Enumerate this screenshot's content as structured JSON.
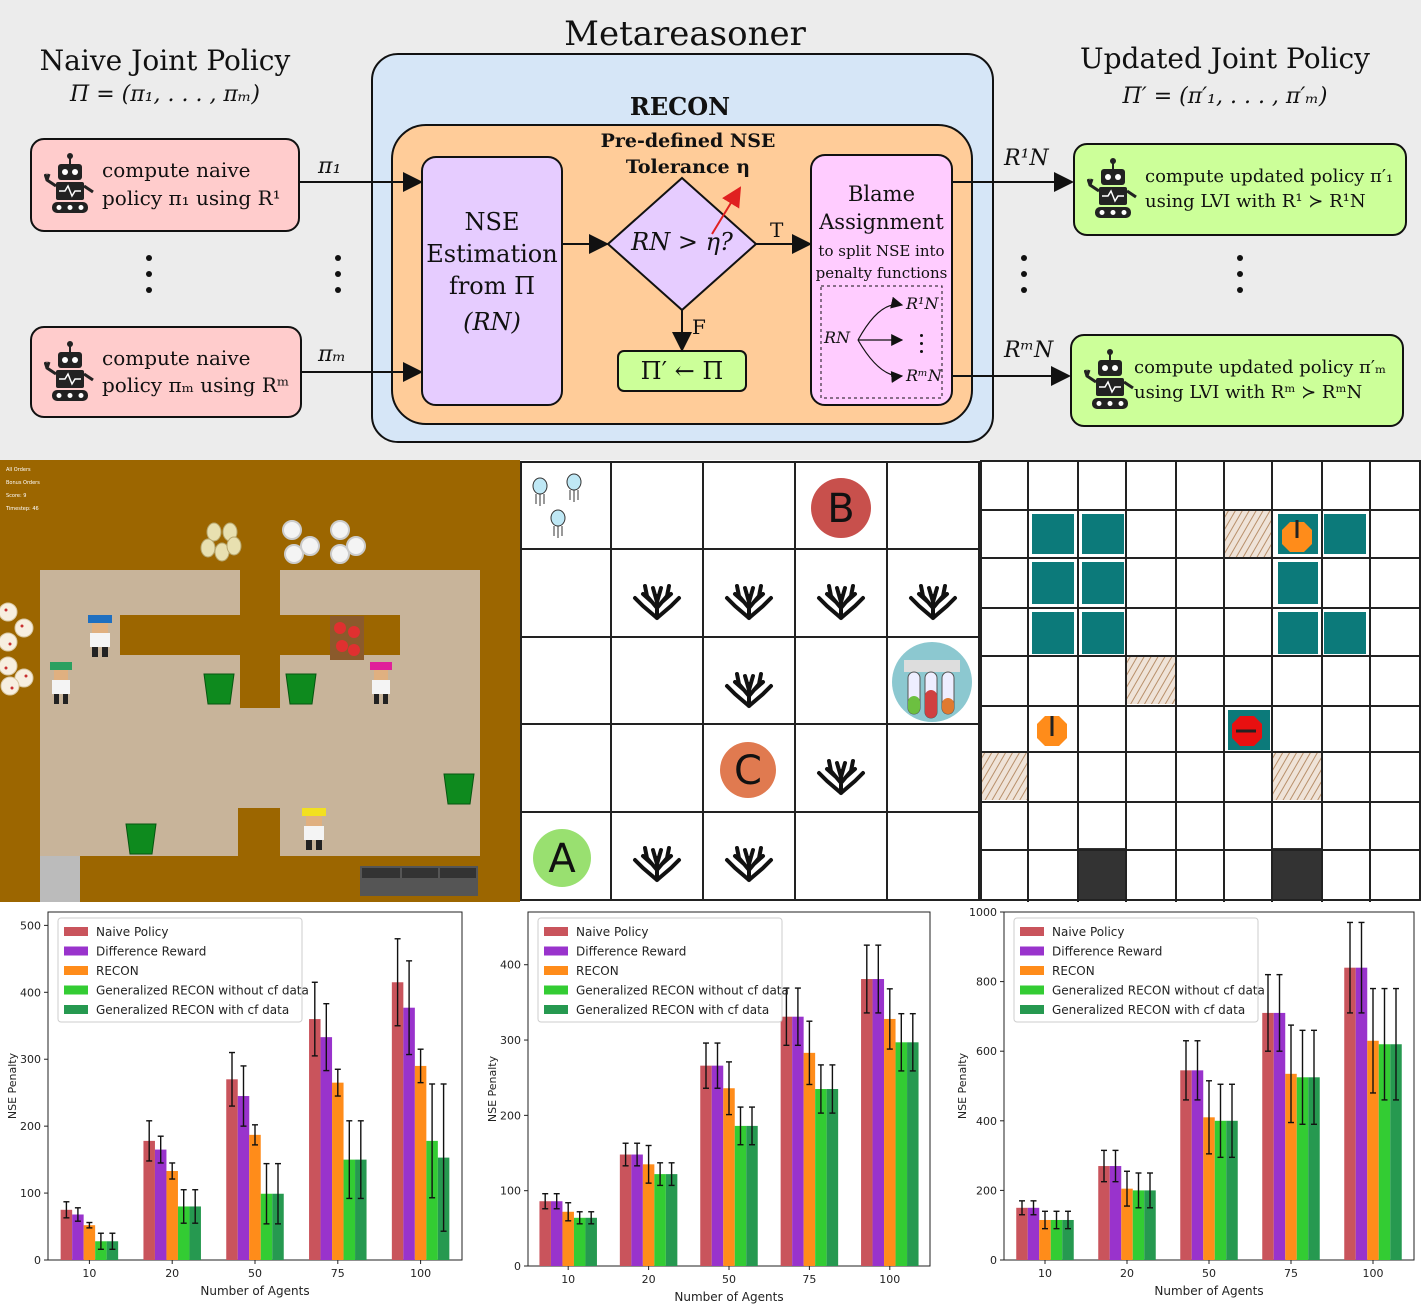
{
  "diagram": {
    "title": "Metareasoner",
    "recon_label": "RECON",
    "left": {
      "heading": "Naive Joint Policy",
      "formula": "Π = (π₁, . . . , πₘ)",
      "box1_line1": "compute naive",
      "box1_line2": "policy π₁ using R¹",
      "boxm_line1": "compute naive",
      "boxm_line2": "policy πₘ using Rᵐ",
      "arrow1": "π₁",
      "arrowm": "πₘ"
    },
    "right": {
      "heading": "Updated Joint Policy",
      "formula": "Π′ = (π′₁, . . . , π′ₘ)",
      "box1_line1": "compute updated policy π′₁",
      "box1_line2": "using LVI with R¹ ≻ R¹N",
      "boxm_line1": "compute updated policy π′ₘ",
      "boxm_line2": "using LVI with Rᵐ ≻ RᵐN",
      "arrow1": "R¹N",
      "arrowm": "RᵐN"
    },
    "nse_line1": "NSE",
    "nse_line2": "Estimation",
    "nse_line3": "from Π",
    "nse_line4": "(RN)",
    "tolerance_line1": "Pre-defined NSE",
    "tolerance_line2": "Tolerance η",
    "decision": "RN > η?",
    "true_label": "T",
    "false_label": "F",
    "result": "Π′ ← Π",
    "blame_line1": "Blame",
    "blame_line2": "Assignment",
    "blame_line3": "to split NSE into",
    "blame_line4": "penalty functions",
    "split_src": "RN",
    "split_t1": "R¹N",
    "split_tm": "RᵐN",
    "colors": {
      "naive_box": "#ffcccc",
      "updated_box": "#ccff99",
      "metareasoner": "#d6e6f7",
      "recon": "#ffcc99",
      "nse": "#e6ccff",
      "blame": "#ffccff",
      "decision": "#e6ccff",
      "result": "#ccff99"
    }
  },
  "kitchen": {
    "hud": [
      "All Orders",
      "Bonus Orders",
      "Score: 9",
      "Timestep: 46"
    ]
  },
  "ocean": {
    "labels": {
      "a": "A",
      "b": "B",
      "c": "C"
    }
  },
  "charts": [
    {
      "ylabel": "NSE Penalty",
      "xlabel": "Number of Agents",
      "ylim": [
        0,
        520
      ],
      "yticks": [
        0,
        100,
        200,
        300,
        400,
        500
      ]
    },
    {
      "ylabel": "NSE Penalty",
      "xlabel": "Number of Agents",
      "ylim": [
        0,
        470
      ],
      "yticks": [
        0,
        100,
        200,
        300,
        400
      ]
    },
    {
      "ylabel": "NSE Penalty",
      "xlabel": "Number of Agents",
      "ylim": [
        0,
        1000
      ],
      "yticks": [
        0,
        200,
        400,
        600,
        800,
        1000
      ]
    }
  ],
  "chart_data": [
    {
      "type": "bar",
      "categories": [
        "10",
        "20",
        "50",
        "75",
        "100"
      ],
      "series": [
        {
          "name": "Naive Policy",
          "color": "#c9545c",
          "values": [
            75,
            178,
            270,
            360,
            415
          ],
          "err": [
            12,
            30,
            40,
            55,
            65
          ]
        },
        {
          "name": "Difference Reward",
          "color": "#9933cc",
          "values": [
            68,
            165,
            245,
            333,
            377
          ],
          "err": [
            10,
            20,
            45,
            50,
            70
          ]
        },
        {
          "name": "RECON",
          "color": "#ff8c1a",
          "values": [
            52,
            133,
            187,
            265,
            290
          ],
          "err": [
            4,
            12,
            15,
            20,
            25
          ]
        },
        {
          "name": "Generalized RECON without cf data",
          "color": "#33cc33",
          "values": [
            28,
            80,
            99,
            150,
            178
          ],
          "err": [
            12,
            25,
            45,
            58,
            85
          ]
        },
        {
          "name": "Generalized RECON with cf data",
          "color": "#269950",
          "values": [
            28,
            80,
            99,
            150,
            153
          ],
          "err": [
            12,
            25,
            45,
            58,
            110
          ]
        }
      ]
    },
    {
      "type": "bar",
      "categories": [
        "10",
        "20",
        "50",
        "75",
        "100"
      ],
      "series": [
        {
          "name": "Naive Policy",
          "color": "#c9545c",
          "values": [
            86,
            148,
            266,
            331,
            381
          ],
          "err": [
            10,
            15,
            30,
            38,
            45
          ]
        },
        {
          "name": "Difference Reward",
          "color": "#9933cc",
          "values": [
            86,
            148,
            266,
            331,
            381
          ],
          "err": [
            10,
            15,
            30,
            38,
            45
          ]
        },
        {
          "name": "RECON",
          "color": "#ff8c1a",
          "values": [
            72,
            135,
            236,
            283,
            328
          ],
          "err": [
            12,
            25,
            35,
            42,
            40
          ]
        },
        {
          "name": "Generalized RECON without cf data",
          "color": "#33cc33",
          "values": [
            64,
            122,
            186,
            235,
            297
          ],
          "err": [
            8,
            15,
            25,
            32,
            38
          ]
        },
        {
          "name": "Generalized RECON with cf data",
          "color": "#269950",
          "values": [
            64,
            122,
            186,
            235,
            297
          ],
          "err": [
            8,
            15,
            25,
            32,
            38
          ]
        }
      ]
    },
    {
      "type": "bar",
      "categories": [
        "10",
        "20",
        "50",
        "75",
        "100"
      ],
      "series": [
        {
          "name": "Naive Policy",
          "color": "#c9545c",
          "values": [
            150,
            270,
            545,
            710,
            840
          ],
          "err": [
            20,
            45,
            85,
            110,
            130
          ]
        },
        {
          "name": "Difference Reward",
          "color": "#9933cc",
          "values": [
            150,
            270,
            545,
            710,
            840
          ],
          "err": [
            20,
            45,
            85,
            110,
            130
          ]
        },
        {
          "name": "RECON",
          "color": "#ff8c1a",
          "values": [
            115,
            205,
            410,
            535,
            630
          ],
          "err": [
            25,
            50,
            105,
            140,
            150
          ]
        },
        {
          "name": "Generalized RECON without cf data",
          "color": "#33cc33",
          "values": [
            115,
            200,
            400,
            525,
            620
          ],
          "err": [
            25,
            50,
            105,
            135,
            160
          ]
        },
        {
          "name": "Generalized RECON with cf data",
          "color": "#269950",
          "values": [
            115,
            200,
            400,
            525,
            620
          ],
          "err": [
            25,
            50,
            105,
            135,
            160
          ]
        }
      ]
    }
  ]
}
